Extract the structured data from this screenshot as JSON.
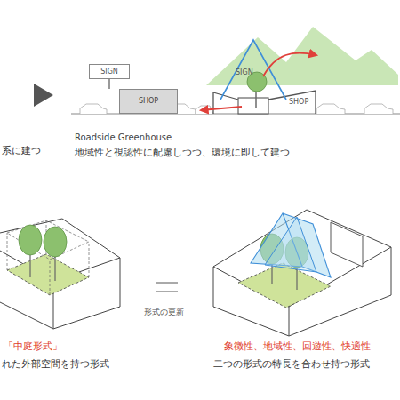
{
  "diagram": {
    "nodes": [
      {
        "text": [
          "SIGN"
        ]
      },
      {
        "text": [
          "SHOP"
        ]
      }
    ],
    "labels": [
      "系に建つ",
      "SIGN",
      "SHOP",
      "Roadside Greenhouse",
      "地域性と視認性に配慮しつつ、環境に即して建つ",
      "「中庭形式」",
      "れた外部空間を持つ形式",
      "形式の更新",
      "象徴性、地域性、回遊性、快適性",
      "二つの形式の特長を合わせ持つ形式"
    ]
  }
}
